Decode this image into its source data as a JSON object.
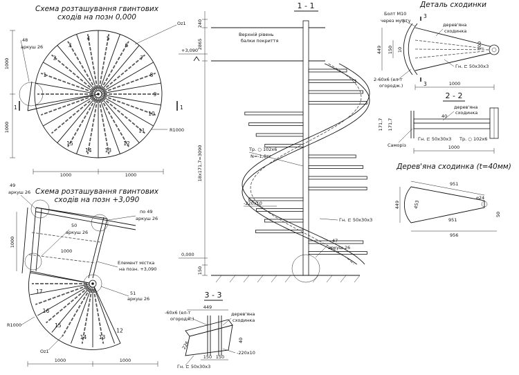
{
  "plan_top": {
    "title_1": "Схема розташування гвинтових",
    "title_2": "сходів на позн 0,000",
    "callout_48": "48",
    "callout_48_sheet": "аркуш 26",
    "callout_oz1": "Оz1",
    "radius": "R1000",
    "dim_1000_l": "1000",
    "dim_1000_r": "1000",
    "dim_v1": "1000",
    "dim_v2": "1000",
    "section_mark": "1",
    "steps": [
      "1",
      "2",
      "3",
      "4",
      "5",
      "6",
      "7",
      "8",
      "9",
      "10",
      "11",
      "12",
      "13",
      "14",
      "15"
    ]
  },
  "plan_bottom": {
    "title_1": "Схема розташування гвинтових",
    "title_2": "сходів на позн +3,090",
    "callout_49": "49",
    "callout_49_sheet": "аркуш 26",
    "callout_po49": "по 49",
    "callout_po49_sheet": "аркуш 26",
    "callout_50": "50",
    "callout_50_sheet": "аркуш 26",
    "callout_51": "51",
    "callout_51_sheet": "аркуш 26",
    "element_1": "Елемент містка",
    "element_2": "на позн. +3,090",
    "callout_oz1": "Оz1",
    "radius": "R1000",
    "dim_1000_v": "1000",
    "dim_1000_h": "1000",
    "dim_1000_l": "1000",
    "dim_1000_r": "1000",
    "steps": [
      "12",
      "13",
      "14",
      "15",
      "16",
      "17"
    ]
  },
  "section_1_1": {
    "title": "1 - 1",
    "level_top_1": "Верхній рівень",
    "level_top_2": "балки покриття",
    "elev_top": "+3,090",
    "elev_bottom": "0,000",
    "dim_240": "240",
    "dim_2865": "2865",
    "dim_main": "18x171,7=3090",
    "dim_150": "150",
    "pipe": "Тр. ○ 102x6",
    "pipe_n": "N=-1,8тс",
    "band": "-220x10",
    "beam": "Гн. ⊏ 50x30x3",
    "callout_47": "47",
    "callout_47_sheet": "аркуш 26"
  },
  "detail": {
    "title": "Деталь сходинки",
    "bolt_1": "Болт М10",
    "bolt_2": "через муфту",
    "wood_1": "дерев'яна",
    "wood_2": "сходинка",
    "plate_1": "2-60x6 (ел-т",
    "plate_2": "огородж.)",
    "beam": "Гн. ⊏ 50x30x3",
    "dim_449": "449",
    "dim_150": "150",
    "dim_10": "10",
    "dim_100": "100",
    "dim_1000": "1000",
    "section_mark": "3"
  },
  "section_2_2": {
    "title": "2 - 2",
    "wood_1": "дерев'яна",
    "wood_2": "сходинка",
    "beam": "Гн. ⊏ 50x30x3",
    "pipe": "Тр. ○ 102x6",
    "samorez": "Саморіз",
    "dim_40": "40",
    "dim_1000": "1000",
    "dim_171_1": "171,7",
    "dim_171_2": "171,7"
  },
  "wood_step": {
    "title": "Дерев'яна сходинка (t=40мм)",
    "dim_951_top": "951",
    "dim_951_mid": "951",
    "dim_956": "956",
    "dim_449": "449",
    "dim_453": "453",
    "dim_50": "50",
    "dim_r": "⌀24"
  },
  "section_3_3": {
    "title": "3 - 3",
    "dim_449": "449",
    "plate_1": "-60x6 (ел-т",
    "plate_2": "огородж.)",
    "wood_1": "дерев'яна",
    "wood_2": "сходинка",
    "dim_40": "40",
    "dim_226": "226",
    "dim_150_l": "150",
    "dim_150_r": "150",
    "band": "-220x10",
    "beam": "Гн. ⊏ 50x30x3"
  }
}
